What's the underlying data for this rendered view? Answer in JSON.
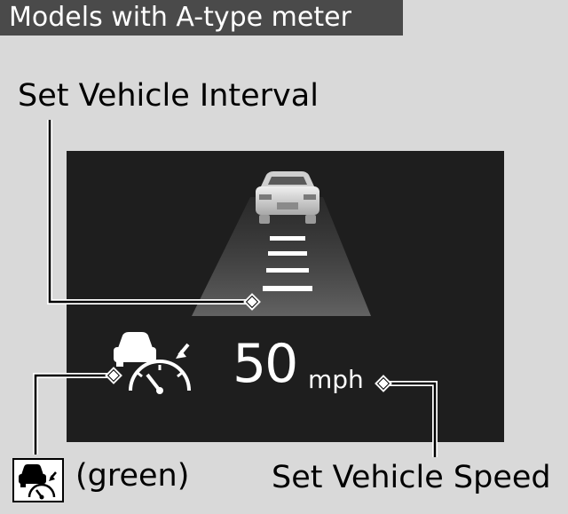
{
  "header": {
    "title": "Models with A-type meter"
  },
  "callouts": {
    "interval": "Set Vehicle Interval",
    "speed": "Set Vehicle Speed",
    "indicator_color": "(green)"
  },
  "display": {
    "speed_value": "50",
    "speed_unit": "mph",
    "interval_bars": 4
  },
  "icons": {
    "lead_car": "car-rear-icon",
    "cruise_indicator": "car-speedometer-icon"
  },
  "colors": {
    "background": "#d9d9d9",
    "header": "#4a4a4a",
    "screen": "#1e1e1e"
  }
}
